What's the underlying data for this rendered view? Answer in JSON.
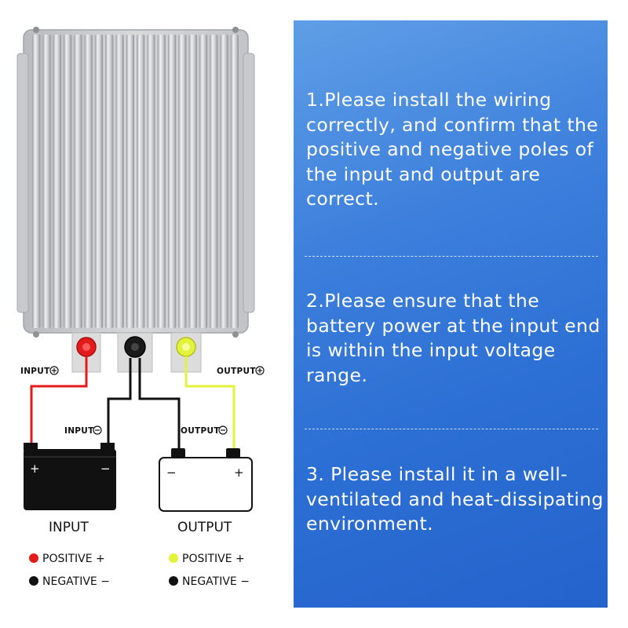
{
  "diagram": {
    "label_input_pos": "INPUT",
    "label_output_pos": "OUTPUT",
    "label_input_neg": "INPUT",
    "label_output_neg": "OUTPUT",
    "battery_input_plus": "+",
    "battery_input_minus": "−",
    "battery_output_minus": "−",
    "battery_output_plus": "+",
    "input_caption": "INPUT",
    "output_caption": "OUTPUT",
    "legend": {
      "input_positive": "POSITIVE +",
      "input_negative": "NEGATIVE −",
      "output_positive": "POSITIVE +",
      "output_negative": "NEGATIVE −"
    },
    "colors": {
      "positive_input": "#e31b1b",
      "positive_output": "#e3f23a",
      "negative": "#111111"
    }
  },
  "instructions": {
    "step1": "1.Please install the wiring correctly, and confirm that the positive and negative poles of the input and output are correct.",
    "step2": "2.Please ensure that the battery power at the input end is within the input voltage range.",
    "step3": "3. Please install it in a well-ventilated and heat-dissipating environment."
  }
}
